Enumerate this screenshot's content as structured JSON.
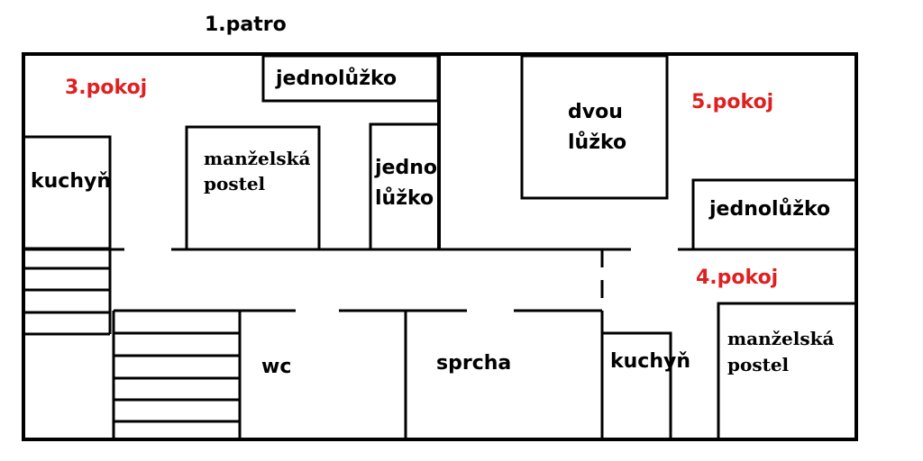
{
  "floor_title": "1.patro",
  "colors": {
    "room_label": "#e02020",
    "lines": "#000000"
  },
  "rooms": {
    "room3": "3.pokoj",
    "room5": "5.pokoj",
    "room4": "4.pokoj"
  },
  "furniture": {
    "single_bed_top": "jednolůžko",
    "double_bed_left": [
      "manželská",
      "postel"
    ],
    "single_bed_mid": [
      "jedno",
      "lůžko"
    ],
    "double_bed_right": [
      "dvou",
      "lůžko"
    ],
    "single_bed_right": "jednolůžko",
    "kitchen_left": "kuchyň",
    "kitchen_right": "kuchyň",
    "double_bed_bottom": [
      "manželská",
      "postel"
    ],
    "wc": "wc",
    "shower": "sprcha"
  }
}
